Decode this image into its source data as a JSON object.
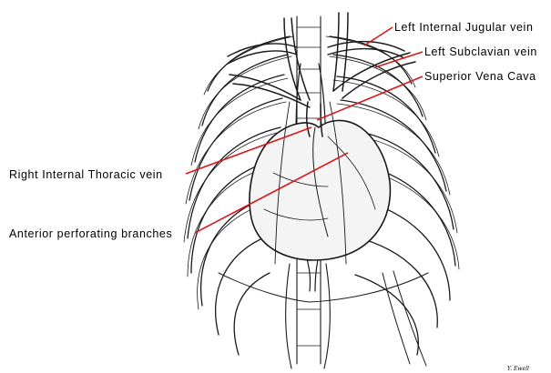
{
  "labels": [
    {
      "id": "left-internal-jugular-vein",
      "text": "Left Internal Jugular vein"
    },
    {
      "id": "left-subclavian-vein",
      "text": "Left Subclavian vein"
    },
    {
      "id": "superior-vena-cava",
      "text": "Superior Vena Cava"
    },
    {
      "id": "right-internal-thoracic-vein",
      "text": "Right Internal Thoracic vein"
    },
    {
      "id": "anterior-perforating-branches",
      "text": "Anterior perforating branches"
    }
  ],
  "signature": "Y. Ewell",
  "colors": {
    "leader_line": "#d7191c",
    "ink": "#1a1a1a",
    "background": "#ffffff"
  }
}
